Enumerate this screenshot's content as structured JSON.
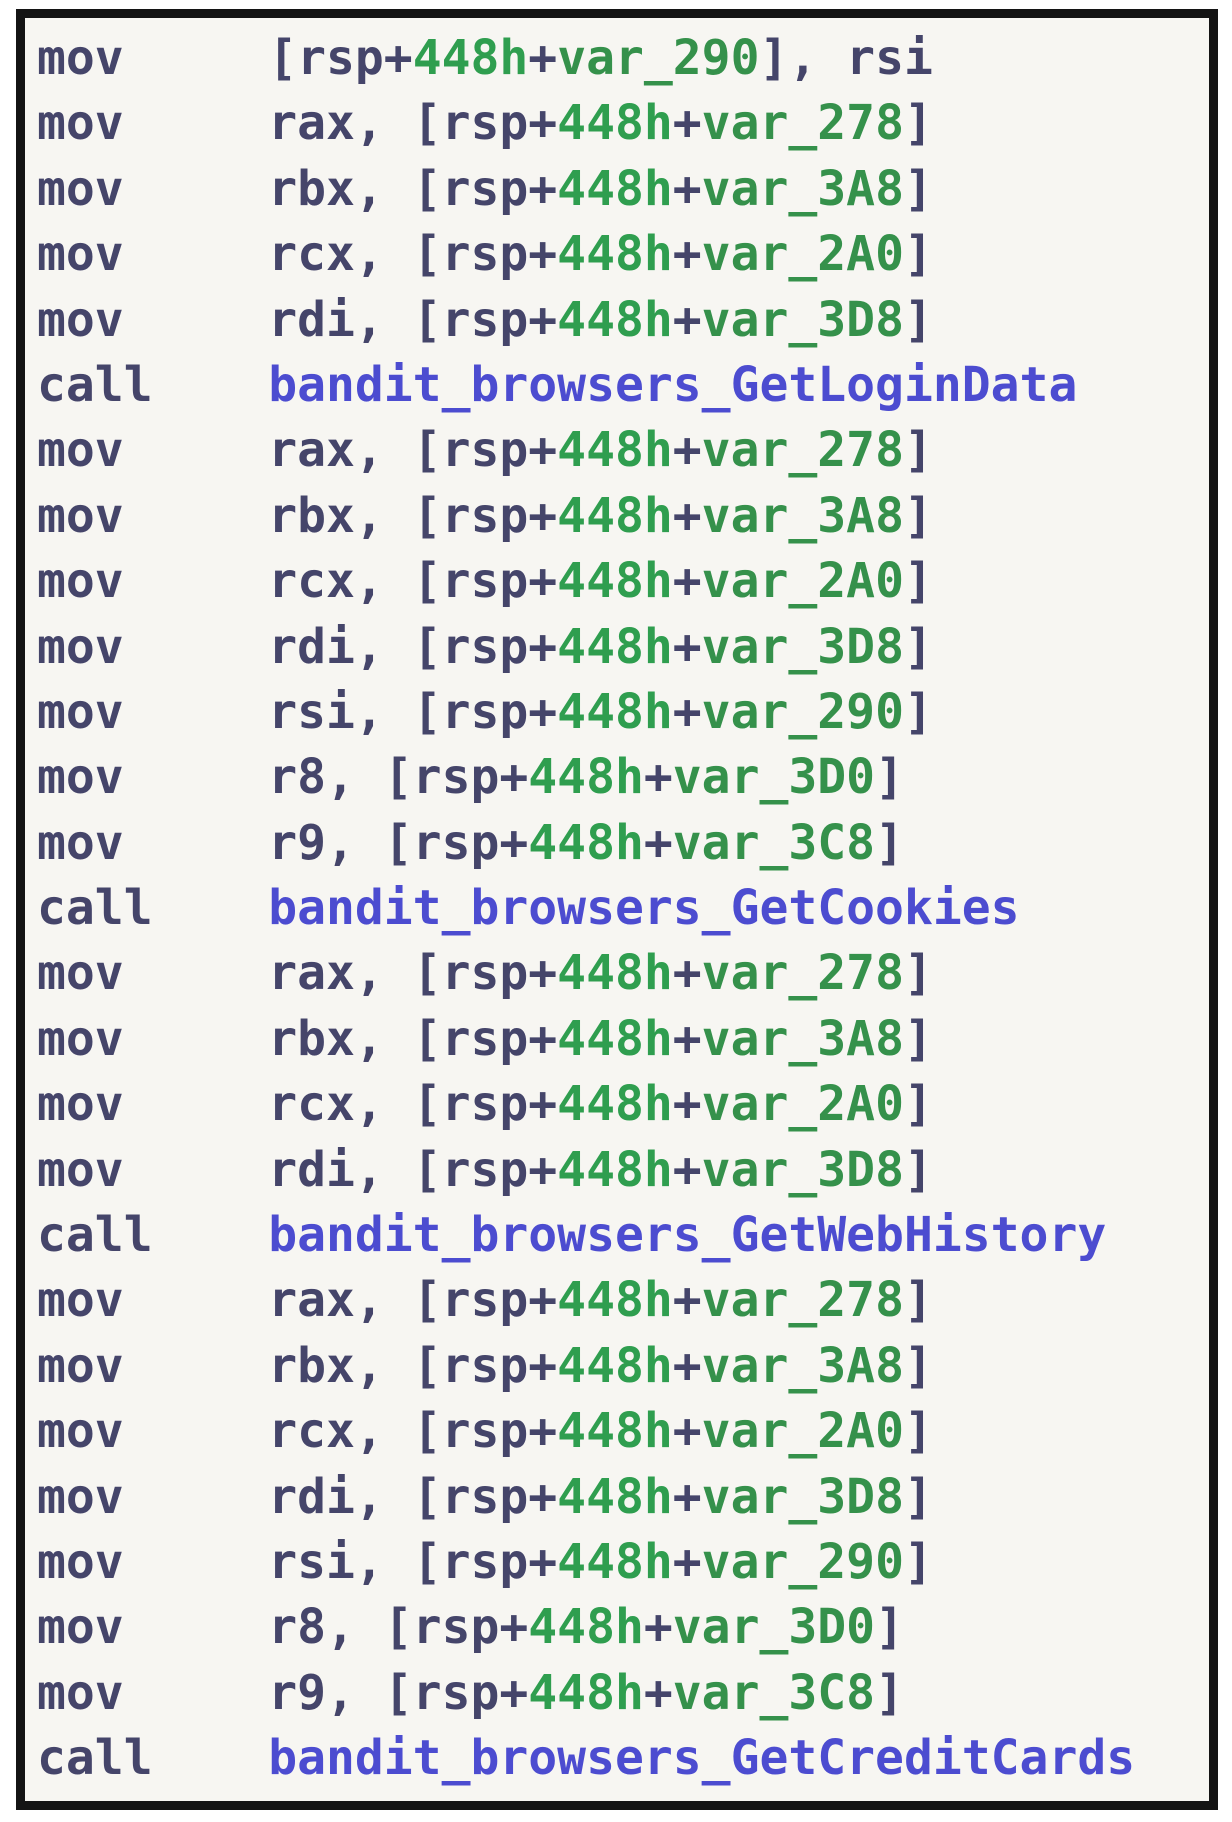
{
  "app": {
    "view_title": "disassembly listing"
  },
  "colors": {
    "page_background": "#ffffff",
    "frame_background": "#f7f6f2",
    "frame_border": "#141414",
    "code_text": "#45456a",
    "hex_number": "#2f9e4f",
    "stack_variable": "#35914b",
    "function_name": "#4c4cd0"
  },
  "listing": {
    "lines": [
      {
        "mnemonic": "mov",
        "tokens": [
          {
            "text": "[rsp+",
            "type": "plain"
          },
          {
            "text": "448h",
            "type": "number"
          },
          {
            "text": "+",
            "type": "plain"
          },
          {
            "text": "var_290",
            "type": "variable"
          },
          {
            "text": "], rsi",
            "type": "plain"
          }
        ]
      },
      {
        "mnemonic": "mov",
        "tokens": [
          {
            "text": "rax, [rsp+",
            "type": "plain"
          },
          {
            "text": "448h",
            "type": "number"
          },
          {
            "text": "+",
            "type": "plain"
          },
          {
            "text": "var_278",
            "type": "variable"
          },
          {
            "text": "]",
            "type": "plain"
          }
        ]
      },
      {
        "mnemonic": "mov",
        "tokens": [
          {
            "text": "rbx, [rsp+",
            "type": "plain"
          },
          {
            "text": "448h",
            "type": "number"
          },
          {
            "text": "+",
            "type": "plain"
          },
          {
            "text": "var_3A8",
            "type": "variable"
          },
          {
            "text": "]",
            "type": "plain"
          }
        ]
      },
      {
        "mnemonic": "mov",
        "tokens": [
          {
            "text": "rcx, [rsp+",
            "type": "plain"
          },
          {
            "text": "448h",
            "type": "number"
          },
          {
            "text": "+",
            "type": "plain"
          },
          {
            "text": "var_2A0",
            "type": "variable"
          },
          {
            "text": "]",
            "type": "plain"
          }
        ]
      },
      {
        "mnemonic": "mov",
        "tokens": [
          {
            "text": "rdi, [rsp+",
            "type": "plain"
          },
          {
            "text": "448h",
            "type": "number"
          },
          {
            "text": "+",
            "type": "plain"
          },
          {
            "text": "var_3D8",
            "type": "variable"
          },
          {
            "text": "]",
            "type": "plain"
          }
        ]
      },
      {
        "mnemonic": "call",
        "tokens": [
          {
            "text": "bandit_browsers_GetLoginData",
            "type": "function"
          }
        ]
      },
      {
        "mnemonic": "mov",
        "tokens": [
          {
            "text": "rax, [rsp+",
            "type": "plain"
          },
          {
            "text": "448h",
            "type": "number"
          },
          {
            "text": "+",
            "type": "plain"
          },
          {
            "text": "var_278",
            "type": "variable"
          },
          {
            "text": "]",
            "type": "plain"
          }
        ]
      },
      {
        "mnemonic": "mov",
        "tokens": [
          {
            "text": "rbx, [rsp+",
            "type": "plain"
          },
          {
            "text": "448h",
            "type": "number"
          },
          {
            "text": "+",
            "type": "plain"
          },
          {
            "text": "var_3A8",
            "type": "variable"
          },
          {
            "text": "]",
            "type": "plain"
          }
        ]
      },
      {
        "mnemonic": "mov",
        "tokens": [
          {
            "text": "rcx, [rsp+",
            "type": "plain"
          },
          {
            "text": "448h",
            "type": "number"
          },
          {
            "text": "+",
            "type": "plain"
          },
          {
            "text": "var_2A0",
            "type": "variable"
          },
          {
            "text": "]",
            "type": "plain"
          }
        ]
      },
      {
        "mnemonic": "mov",
        "tokens": [
          {
            "text": "rdi, [rsp+",
            "type": "plain"
          },
          {
            "text": "448h",
            "type": "number"
          },
          {
            "text": "+",
            "type": "plain"
          },
          {
            "text": "var_3D8",
            "type": "variable"
          },
          {
            "text": "]",
            "type": "plain"
          }
        ]
      },
      {
        "mnemonic": "mov",
        "tokens": [
          {
            "text": "rsi, [rsp+",
            "type": "plain"
          },
          {
            "text": "448h",
            "type": "number"
          },
          {
            "text": "+",
            "type": "plain"
          },
          {
            "text": "var_290",
            "type": "variable"
          },
          {
            "text": "]",
            "type": "plain"
          }
        ]
      },
      {
        "mnemonic": "mov",
        "tokens": [
          {
            "text": "r8, [rsp+",
            "type": "plain"
          },
          {
            "text": "448h",
            "type": "number"
          },
          {
            "text": "+",
            "type": "plain"
          },
          {
            "text": "var_3D0",
            "type": "variable"
          },
          {
            "text": "]",
            "type": "plain"
          }
        ]
      },
      {
        "mnemonic": "mov",
        "tokens": [
          {
            "text": "r9, [rsp+",
            "type": "plain"
          },
          {
            "text": "448h",
            "type": "number"
          },
          {
            "text": "+",
            "type": "plain"
          },
          {
            "text": "var_3C8",
            "type": "variable"
          },
          {
            "text": "]",
            "type": "plain"
          }
        ]
      },
      {
        "mnemonic": "call",
        "tokens": [
          {
            "text": "bandit_browsers_GetCookies",
            "type": "function"
          }
        ]
      },
      {
        "mnemonic": "mov",
        "tokens": [
          {
            "text": "rax, [rsp+",
            "type": "plain"
          },
          {
            "text": "448h",
            "type": "number"
          },
          {
            "text": "+",
            "type": "plain"
          },
          {
            "text": "var_278",
            "type": "variable"
          },
          {
            "text": "]",
            "type": "plain"
          }
        ]
      },
      {
        "mnemonic": "mov",
        "tokens": [
          {
            "text": "rbx, [rsp+",
            "type": "plain"
          },
          {
            "text": "448h",
            "type": "number"
          },
          {
            "text": "+",
            "type": "plain"
          },
          {
            "text": "var_3A8",
            "type": "variable"
          },
          {
            "text": "]",
            "type": "plain"
          }
        ]
      },
      {
        "mnemonic": "mov",
        "tokens": [
          {
            "text": "rcx, [rsp+",
            "type": "plain"
          },
          {
            "text": "448h",
            "type": "number"
          },
          {
            "text": "+",
            "type": "plain"
          },
          {
            "text": "var_2A0",
            "type": "variable"
          },
          {
            "text": "]",
            "type": "plain"
          }
        ]
      },
      {
        "mnemonic": "mov",
        "tokens": [
          {
            "text": "rdi, [rsp+",
            "type": "plain"
          },
          {
            "text": "448h",
            "type": "number"
          },
          {
            "text": "+",
            "type": "plain"
          },
          {
            "text": "var_3D8",
            "type": "variable"
          },
          {
            "text": "]",
            "type": "plain"
          }
        ]
      },
      {
        "mnemonic": "call",
        "tokens": [
          {
            "text": "bandit_browsers_GetWebHistory",
            "type": "function"
          }
        ]
      },
      {
        "mnemonic": "mov",
        "tokens": [
          {
            "text": "rax, [rsp+",
            "type": "plain"
          },
          {
            "text": "448h",
            "type": "number"
          },
          {
            "text": "+",
            "type": "plain"
          },
          {
            "text": "var_278",
            "type": "variable"
          },
          {
            "text": "]",
            "type": "plain"
          }
        ]
      },
      {
        "mnemonic": "mov",
        "tokens": [
          {
            "text": "rbx, [rsp+",
            "type": "plain"
          },
          {
            "text": "448h",
            "type": "number"
          },
          {
            "text": "+",
            "type": "plain"
          },
          {
            "text": "var_3A8",
            "type": "variable"
          },
          {
            "text": "]",
            "type": "plain"
          }
        ]
      },
      {
        "mnemonic": "mov",
        "tokens": [
          {
            "text": "rcx, [rsp+",
            "type": "plain"
          },
          {
            "text": "448h",
            "type": "number"
          },
          {
            "text": "+",
            "type": "plain"
          },
          {
            "text": "var_2A0",
            "type": "variable"
          },
          {
            "text": "]",
            "type": "plain"
          }
        ]
      },
      {
        "mnemonic": "mov",
        "tokens": [
          {
            "text": "rdi, [rsp+",
            "type": "plain"
          },
          {
            "text": "448h",
            "type": "number"
          },
          {
            "text": "+",
            "type": "plain"
          },
          {
            "text": "var_3D8",
            "type": "variable"
          },
          {
            "text": "]",
            "type": "plain"
          }
        ]
      },
      {
        "mnemonic": "mov",
        "tokens": [
          {
            "text": "rsi, [rsp+",
            "type": "plain"
          },
          {
            "text": "448h",
            "type": "number"
          },
          {
            "text": "+",
            "type": "plain"
          },
          {
            "text": "var_290",
            "type": "variable"
          },
          {
            "text": "]",
            "type": "plain"
          }
        ]
      },
      {
        "mnemonic": "mov",
        "tokens": [
          {
            "text": "r8, [rsp+",
            "type": "plain"
          },
          {
            "text": "448h",
            "type": "number"
          },
          {
            "text": "+",
            "type": "plain"
          },
          {
            "text": "var_3D0",
            "type": "variable"
          },
          {
            "text": "]",
            "type": "plain"
          }
        ]
      },
      {
        "mnemonic": "mov",
        "tokens": [
          {
            "text": "r9, [rsp+",
            "type": "plain"
          },
          {
            "text": "448h",
            "type": "number"
          },
          {
            "text": "+",
            "type": "plain"
          },
          {
            "text": "var_3C8",
            "type": "variable"
          },
          {
            "text": "]",
            "type": "plain"
          }
        ]
      },
      {
        "mnemonic": "call",
        "tokens": [
          {
            "text": "bandit_browsers_GetCreditCards",
            "type": "function"
          }
        ]
      }
    ]
  }
}
